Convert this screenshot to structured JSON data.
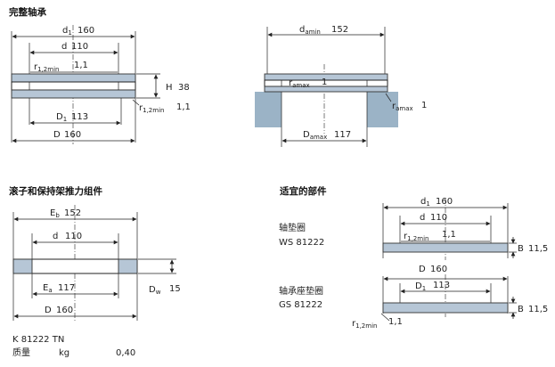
{
  "sections": {
    "complete_bearing": "完整轴承",
    "roller_cage": "滚子和保持架推力组件",
    "suitable_parts": "适宜的部件"
  },
  "complete": {
    "d1": "160",
    "d": "110",
    "r12min": "1,1",
    "H": "38",
    "r12min_b": "1,1",
    "D1": "113",
    "D": "160"
  },
  "abutment": {
    "damin": "152",
    "ramax_l": "1",
    "ramax_r": "1",
    "Damax": "117"
  },
  "cage": {
    "Eb": "152",
    "d": "110",
    "Ea": "117",
    "Dw": "15",
    "D": "160"
  },
  "shaft_washer": {
    "label": "轴垫圈",
    "code": "WS 81222",
    "d1": "160",
    "d": "110",
    "r12min": "1,1",
    "B": "11,5",
    "D": "160"
  },
  "housing_washer": {
    "label": "轴承座垫圈",
    "code": "GS 81222",
    "D1": "113",
    "B": "11,5",
    "r12min": "1,1"
  },
  "designation": "K 81222 TN",
  "mass": {
    "label": "质量",
    "unit": "kg",
    "value": "0,40"
  },
  "colors": {
    "part_fill": "#b6c6d6",
    "hatch": "#9bb3c6",
    "line": "#222222"
  }
}
